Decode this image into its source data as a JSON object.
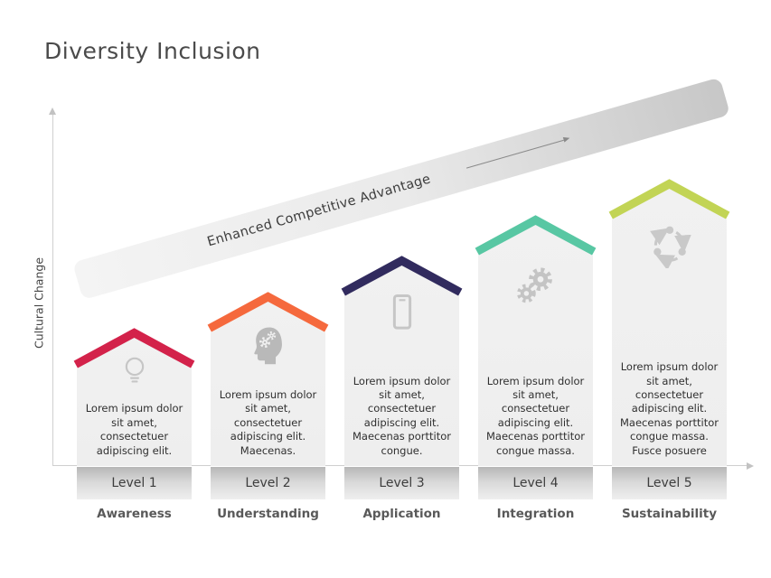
{
  "title": "Diversity Inclusion",
  "y_axis_label": "Cultural Change",
  "banner": {
    "text": "Enhanced Competitive Advantage"
  },
  "colors": {
    "level1": "#D3224A",
    "level2": "#F5693D",
    "level3": "#312B5E",
    "level4": "#58C7A3",
    "level5": "#C2D455",
    "column_body": "#F0F0F0",
    "axis": "#CFCFCF",
    "banner_gray": "#C7C7C7"
  },
  "levels": [
    {
      "level": "Level 1",
      "name": "Awareness",
      "icon": "lightbulb-icon",
      "color": "#D3224A",
      "description": "Lorem ipsum dolor sit amet, consectetuer adipiscing elit."
    },
    {
      "level": "Level 2",
      "name": "Understanding",
      "icon": "head-gears-icon",
      "color": "#F5693D",
      "description": "Lorem ipsum dolor sit amet, consectetuer adipiscing elit. Maecenas."
    },
    {
      "level": "Level 3",
      "name": "Application",
      "icon": "smartphone-icon",
      "color": "#312B5E",
      "description": "Lorem ipsum dolor sit amet, consectetuer adipiscing elit. Maecenas porttitor congue."
    },
    {
      "level": "Level 4",
      "name": "Integration",
      "icon": "gears-icon",
      "color": "#58C7A3",
      "description": "Lorem ipsum dolor sit amet, consectetuer adipiscing elit. Maecenas porttitor congue massa."
    },
    {
      "level": "Level 5",
      "name": "Sustainability",
      "icon": "cycle-icon",
      "color": "#C2D455",
      "description": "Lorem ipsum dolor sit amet, consectetuer adipiscing elit. Maecenas porttitor congue massa. Fusce posuere"
    }
  ]
}
